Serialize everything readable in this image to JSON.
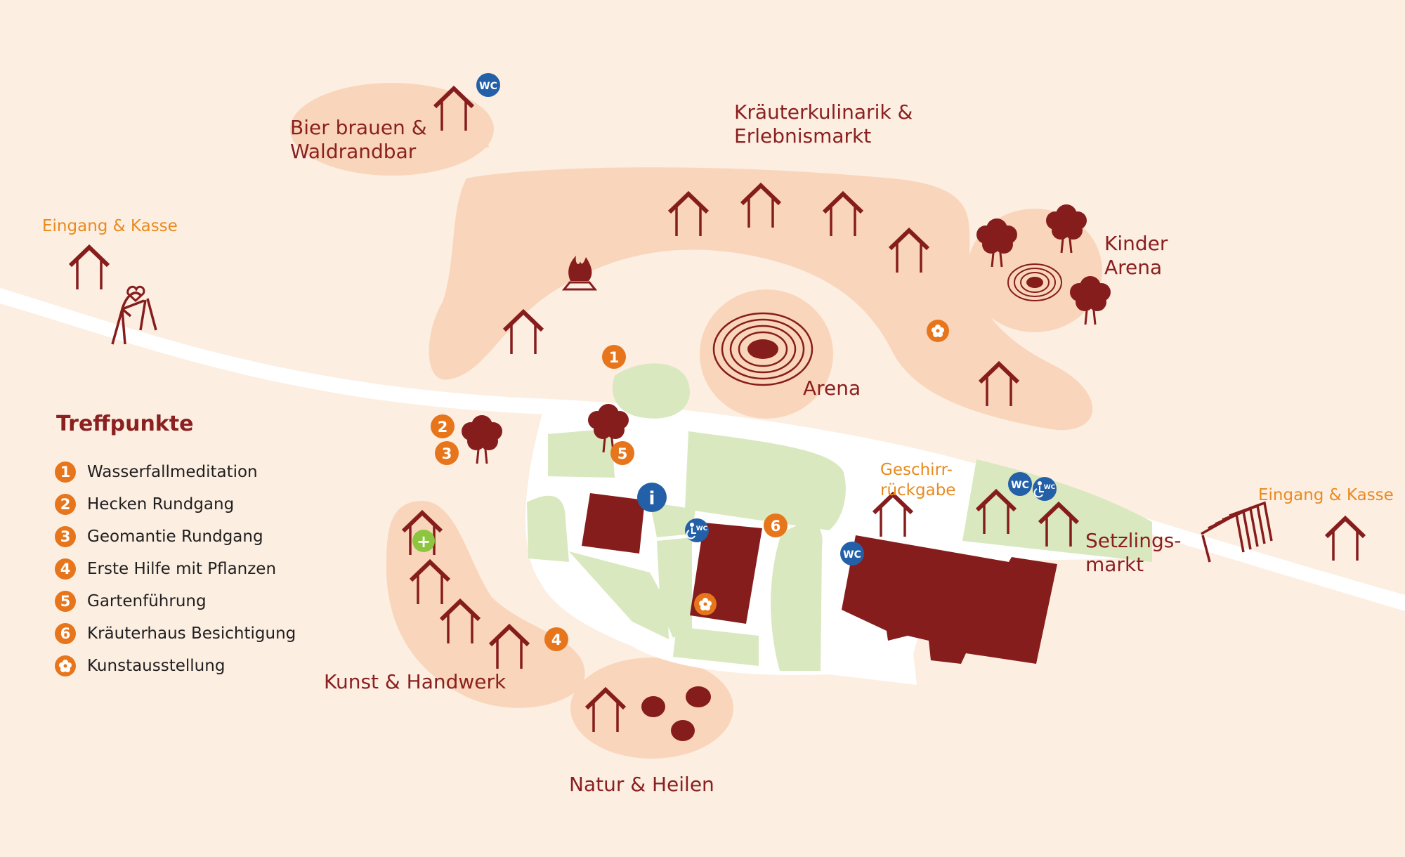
{
  "map": {
    "areas": [
      {
        "id": "bier",
        "text": "Bier brauen &\nWaldrandbar"
      },
      {
        "id": "kraeuterkulinarik",
        "text": "Kräuterkulinarik &\nErlebnismarkt"
      },
      {
        "id": "kinder",
        "text": "Kinder\nArena"
      },
      {
        "id": "arena",
        "text": "Arena"
      },
      {
        "id": "setzlings",
        "text": "Setzlings-\nmarkt"
      },
      {
        "id": "kunst",
        "text": "Kunst & Handwerk"
      },
      {
        "id": "natur",
        "text": "Natur & Heilen"
      }
    ],
    "entrance_west": "Eingang & Kasse",
    "entrance_east": "Eingang & Kasse",
    "geschirr": "Geschirr-\nrückgabe",
    "wc_label": "WC",
    "info_label": "i",
    "first_aid_label": "+"
  },
  "legend": {
    "title": "Treffpunkte",
    "items": [
      {
        "badge": "1",
        "label": "Wasserfallmeditation"
      },
      {
        "badge": "2",
        "label": "Hecken Rundgang"
      },
      {
        "badge": "3",
        "label": "Geomantie Rundgang"
      },
      {
        "badge": "4",
        "label": "Erste Hilfe mit Pflanzen"
      },
      {
        "badge": "5",
        "label": "Gartenführung"
      },
      {
        "badge": "6",
        "label": "Kräuterhaus Besichtigung"
      },
      {
        "badge": "",
        "label": "Kunstausstellung",
        "icon": "flower-icon"
      }
    ],
    "meeting_points": [
      "1",
      "2",
      "3",
      "4",
      "5",
      "6"
    ]
  },
  "colors": {
    "background": "#fdeee2",
    "area": "#f9d6bb",
    "garden": "#d9e8bf",
    "building": "#861d1d",
    "orange": "#e7751b",
    "wc_blue": "#2460a8",
    "first_aid": "#8cc63f",
    "label": "#8a2020",
    "label_orange": "#e98a1e"
  }
}
